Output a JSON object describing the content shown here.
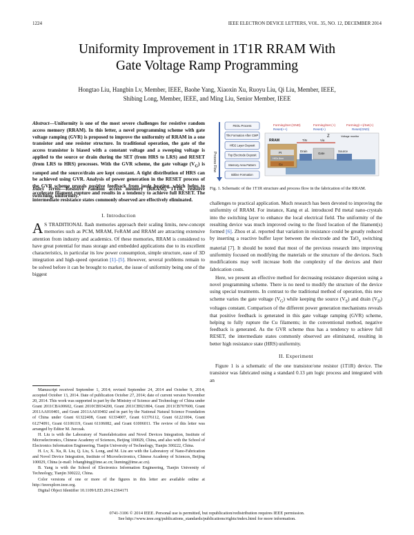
{
  "header": {
    "page_number": "1224",
    "journal": "IEEE ELECTRON DEVICE LETTERS, VOL. 35, NO. 12, DECEMBER 2014"
  },
  "title": {
    "line1": "Uniformity Improvement in 1T1R RRAM With",
    "line2": "Gate Voltage Ramp Programming"
  },
  "authors": {
    "line1": "Hongtao Liu, Hangbin Lv, Member, IEEE, Baohe Yang, Xiaoxin Xu, Ruoyu Liu, Qi Liu, Member, IEEE,",
    "line2": "Shibing Long, Member, IEEE, and Ming Liu, Senior Member, IEEE"
  },
  "abstract": {
    "label": "Abstract—",
    "text": "Uniformity is one of the most severe challenges for resistive random access memory (RRAM). In this letter, a novel programming scheme with gate voltage ramping (GVR) is proposed to improve the uniformity of RRAM in a one transistor and one resistor structure. In traditional operation, the gate of the access transistor is biased with a constant voltage and a sweeping voltage is applied to the source or drain during the SET (from HRS to LRS) and RESET (from LRS to HRS) processes. With the GVR scheme, the gate voltage (V",
    "sub": "G",
    "text2": ") is ramped and the source/drain are kept constant. A tight distribution of HRS can be achieved using GVR. Analysis of power generation in the RESET process of the GVR scheme reveals positive feedback from joule heating, which helps to accelerate filament rupture and results in a tendency to achieve full RESET. The intermediate resistance states commonly observed are effectively eliminated."
  },
  "index_terms": {
    "label": "Index Terms—",
    "text": "Resistive random access memory (RRAM), 1T1R, resistive switching, uniformity."
  },
  "section1": {
    "heading": "I. Introduction",
    "dropcap": "A",
    "p1_lead": "S TRADITIONAL",
    "p1": "flash memories approach their scaling limits, new-concept memories such as PCM, MRAM, FeRAM and RRAM are attracting extensive attention from industry and academics. Of these memories, RRAM is considered to have great potential for mass storage and embedded applications due to its excellent characteristics, in particular its low power consumption, simple structure, ease of 3D integration and high-speed operation",
    "p1_ref": "[1]–[5]",
    "p1_end": ". However, several problems remain to be solved before it can be brought to market, the issue of uniformity being one of the biggest"
  },
  "footnotes": {
    "f1": "Manuscript received September 1, 2014; revised September 24, 2014 and October 9, 2014; accepted October 13, 2014. Date of publication October 27, 2014; date of current version November 20, 2014. This work was supported in part by the Ministry of Science and Technology of China under Grant 2011CBA00602, Grant 2010CB934200, Grant 2011CB921804, Grant 2011CB707600, Grant 2011AA010401, and Grant 2011AA010402 and in part by the National Natural Science Foundation of China under Grant 61322408, Grant 61334007, Grant 61376112, Grant 61221004, Grant 61274091, Grant 61106119, Grant 61106082, and Grant 61006011. The review of this letter was arranged by Editor M. Jurczak.",
    "f2": "H. Liu is with the Laboratory of Nanofabrication and Novel Devices Integration, Institute of Microelectronics, Chinese Academy of Sciences, Beijing 100029, China, and also with the School of Electronics Information Engineering, Tianjin University of Technology, Tianjin 300222, China.",
    "f3": "H. Lv, X. Xu, R. Liu, Q. Liu, S. Long, and M. Liu are with the Laboratory of Nano-Fabrication and Novel Device Integration, Institute of Microelectronics, Chinese Academy of Sciences, Beijing 100029, China (e-mail: lvhangbing@ime.ac.cn; liuming@ime.ac.cn).",
    "f4": "B. Yang is with the School of Electronics Information Engineering, Tianjin University of Technology, Tianjin 300222, China.",
    "f5": "Color versions of one or more of the figures in this letter are available online at http://ieeexplore.ieee.org.",
    "f6": "Digital Object Identifier 10.1109/LED.2014.2364171"
  },
  "figure": {
    "process_flow_label": "Process Flow",
    "steps": [
      "FEOL Process",
      "TiN Formation After CMP",
      "HfO2 Layer Deposit",
      "Top Electrode Deposit",
      "Memory Area Pattern",
      "Bitline Formation"
    ],
    "labels": {
      "forming_set": "Forming/Set (GND)",
      "reset": "Reset(++)",
      "forming_gate": "Forming/Set (+)",
      "reset_gate": "Reset(+)",
      "forming_src": "Forming(++)/Set(+)",
      "reset_src": "Reset(GND)",
      "rram": "RRAM",
      "tin": "TiN",
      "via": "Via",
      "z": "Z",
      "voltage_monitor": "Voltage monitor",
      "drain": "Drain",
      "gate": "Gate",
      "source": "Source",
      "pt": "Pt",
      "hfox": "HfOx 8nm",
      "cu": "Cu"
    },
    "caption": "Fig. 1.   Schematic of the 1T1R structure and process flow in the fabrication of the RRAM."
  },
  "right_col": {
    "p1": "challenges to practical application. Much research has been devoted to improving the uniformity of RRAM. For instance, Kang et al. introduced Pd metal nano-crystals into the switching layer to enhance the local electrical field. The uniformity of the resulting device was much improved owing to the fixed location of the filament(s) formed",
    "p1_ref": "[6]",
    "p1_b": ". Zhou et al. reported that variation in resistance could be greatly reduced by inserting a reactive buffer layer between the electrode and the TaO",
    "p1_sub": "x",
    "p1_c": " switching material [7]. It should be noted that most of the previous research into improving uniformity focused on modifying the materials or the structure of the devices. Such modifications may well increase both the complexity of the devices and their fabrication costs.",
    "p2": "Here, we present an effective method for decreasing resistance dispersion using a novel programming scheme. There is no need to modify the structure of the device using special treatments. In contrast to the traditional method of operation, this new scheme varies the gate voltage (V",
    "p2_sub1": "G",
    "p2_b": ") while keeping the source (V",
    "p2_sub2": "S",
    "p2_c": ") and drain (V",
    "p2_sub3": "D",
    "p2_d": ") voltages constant. Comparison of the different power generation mechanisms reveals that positive feedback is generated in this gate voltage ramping (GVR) scheme, helping to fully rupture the Cu filaments; in the conventional method, negative feedback is generated. As the GVR scheme thus has a tendency to achieve full RESET, the intermediate states commonly observed are eliminated, resulting in better high resistance state (HRS) uniformity.",
    "heading2": "II. Experiment",
    "p3": "Figure 1 is a schematic of the one transistor/one resistor (1T1R) device. The transistor was fabricated using a standard 0.13 μm logic process and integrated with an"
  },
  "footer": {
    "line1": "0741-3106 © 2014 IEEE. Personal use is permitted, but republication/redistribution requires IEEE permission.",
    "line2": "See http://www.ieee.org/publications_standards/publications/rights/index.html for more information."
  }
}
